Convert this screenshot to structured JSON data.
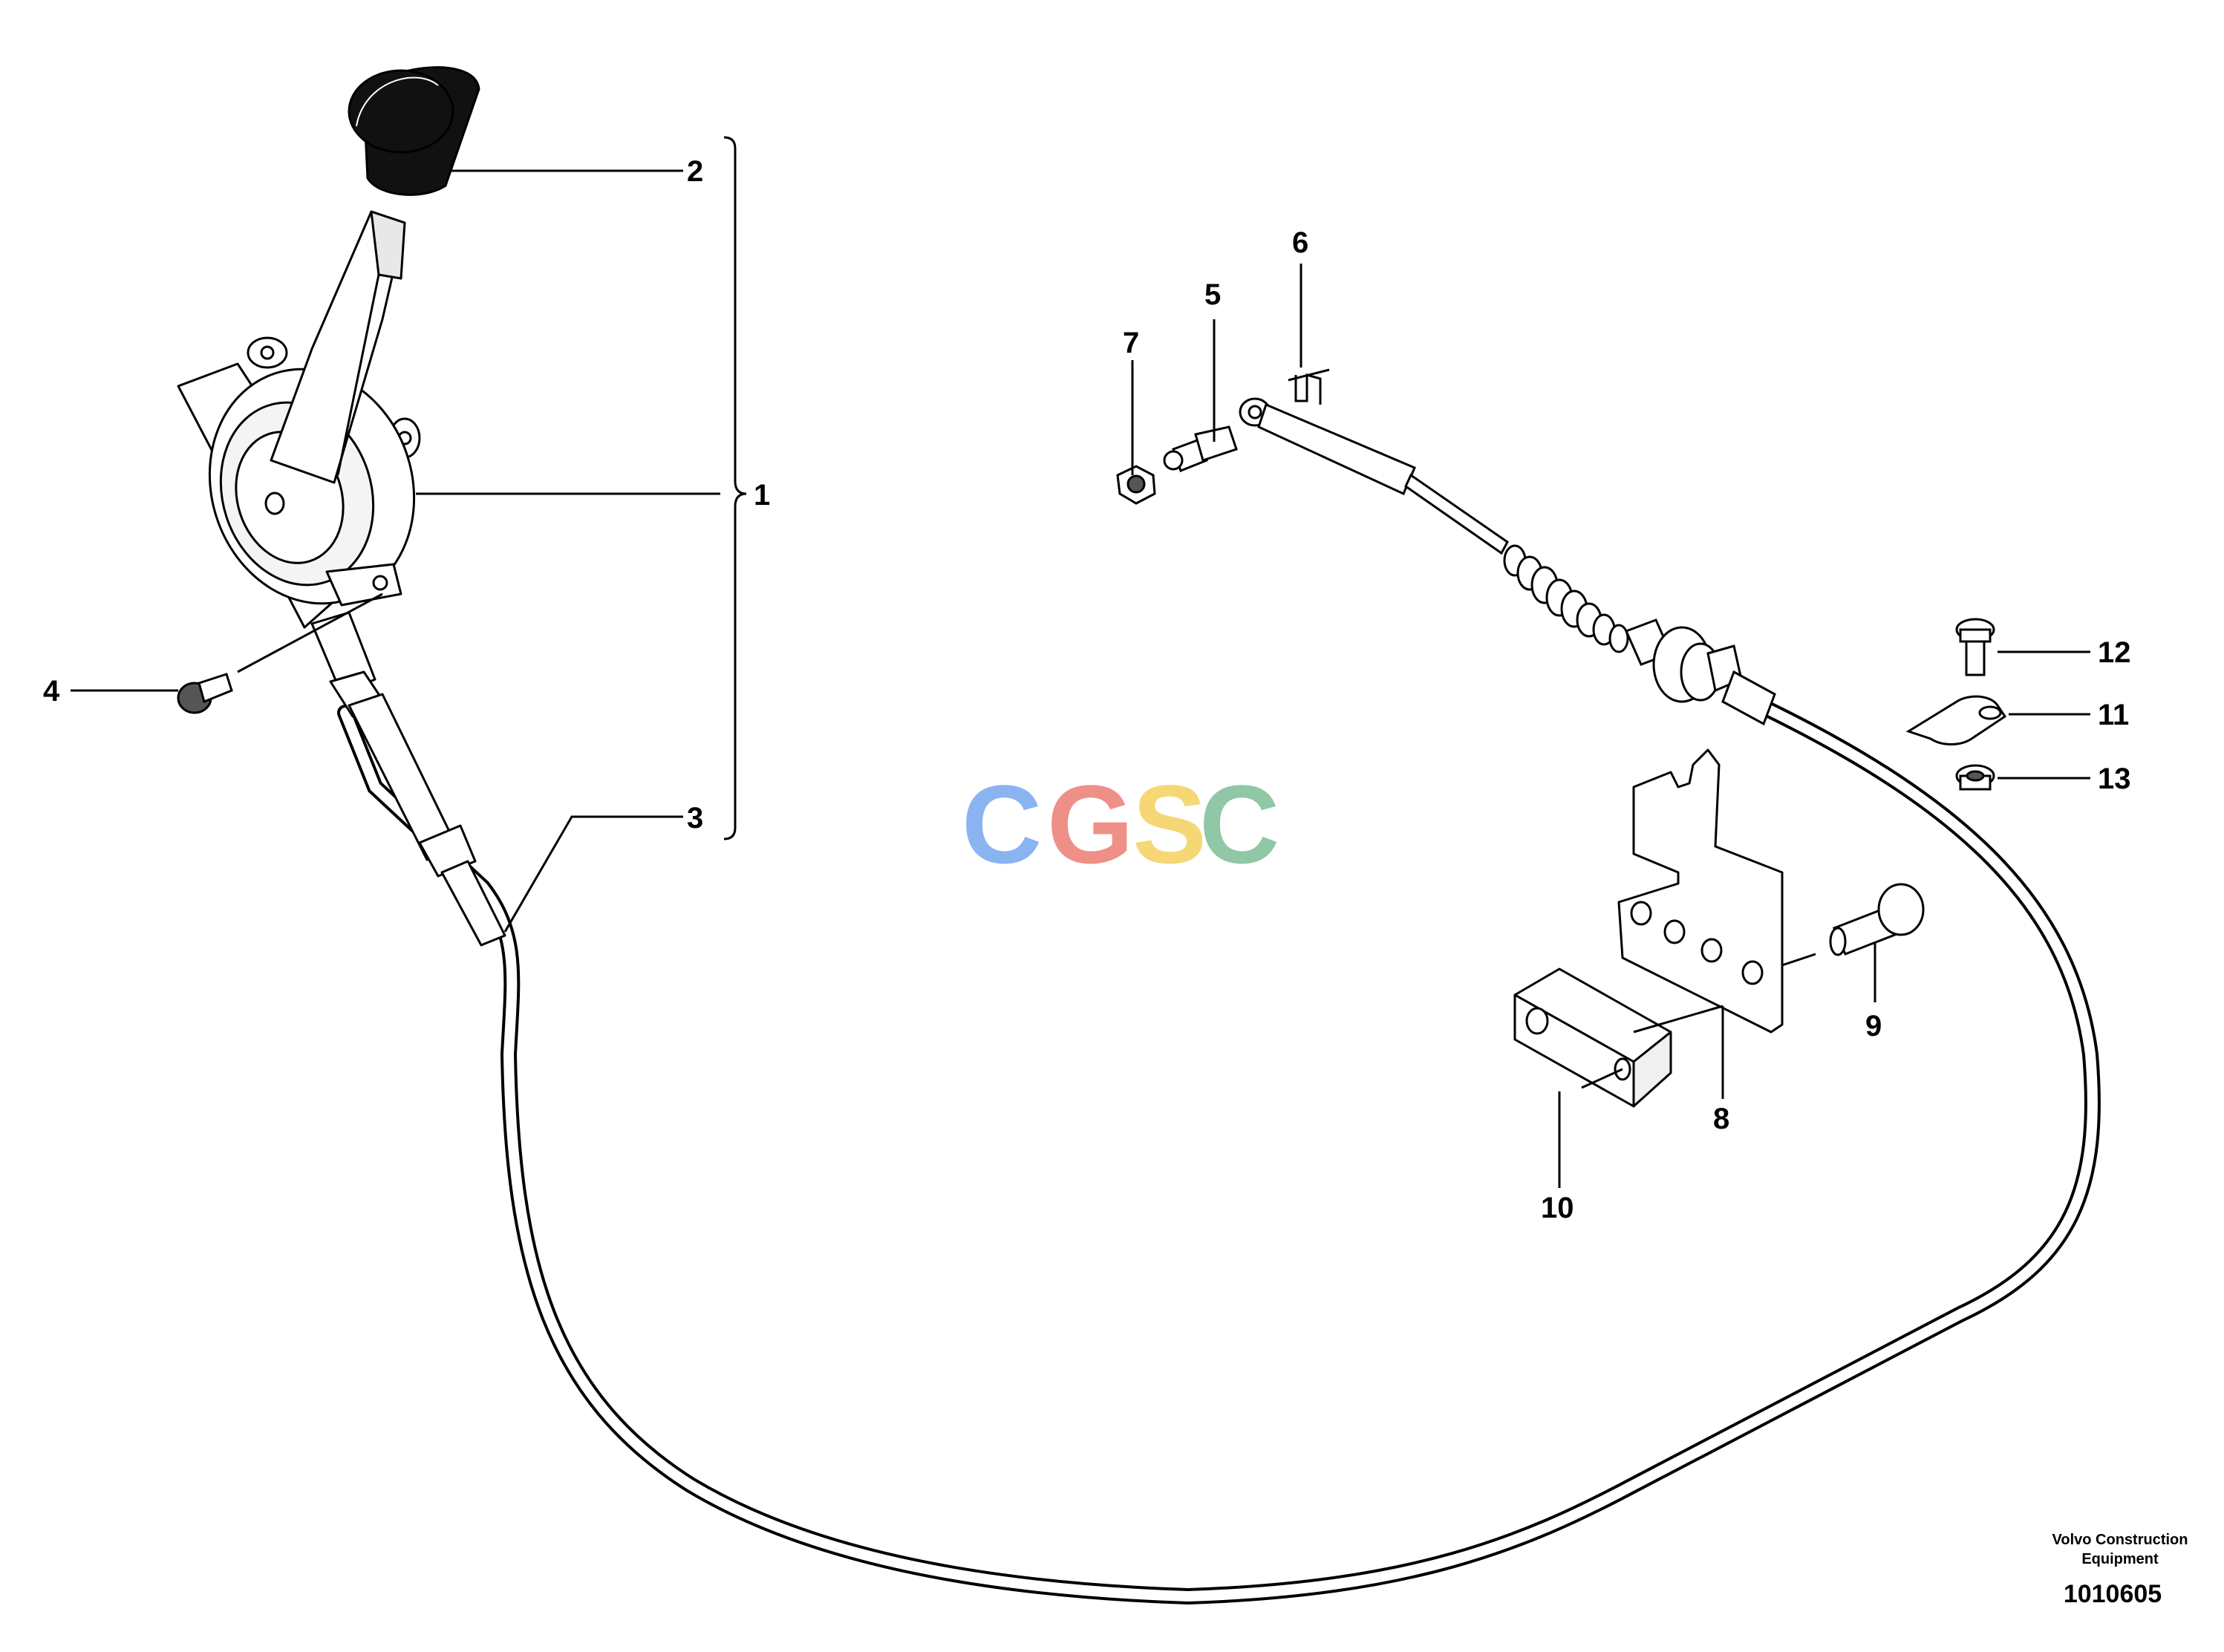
{
  "callouts": {
    "c1": "1",
    "c2": "2",
    "c3": "3",
    "c4": "4",
    "c5": "5",
    "c6": "6",
    "c7": "7",
    "c8": "8",
    "c9": "9",
    "c10": "10",
    "c11": "11",
    "c12": "12",
    "c13": "13"
  },
  "watermark": {
    "letters": [
      "C",
      "G",
      "S",
      "C"
    ],
    "colors": [
      "#8ab4f0",
      "#ef9088",
      "#f6d776",
      "#8fc7a7"
    ]
  },
  "footer": {
    "company_line1": "Volvo Construction",
    "company_line2": "Equipment",
    "document_number": "1010605"
  }
}
